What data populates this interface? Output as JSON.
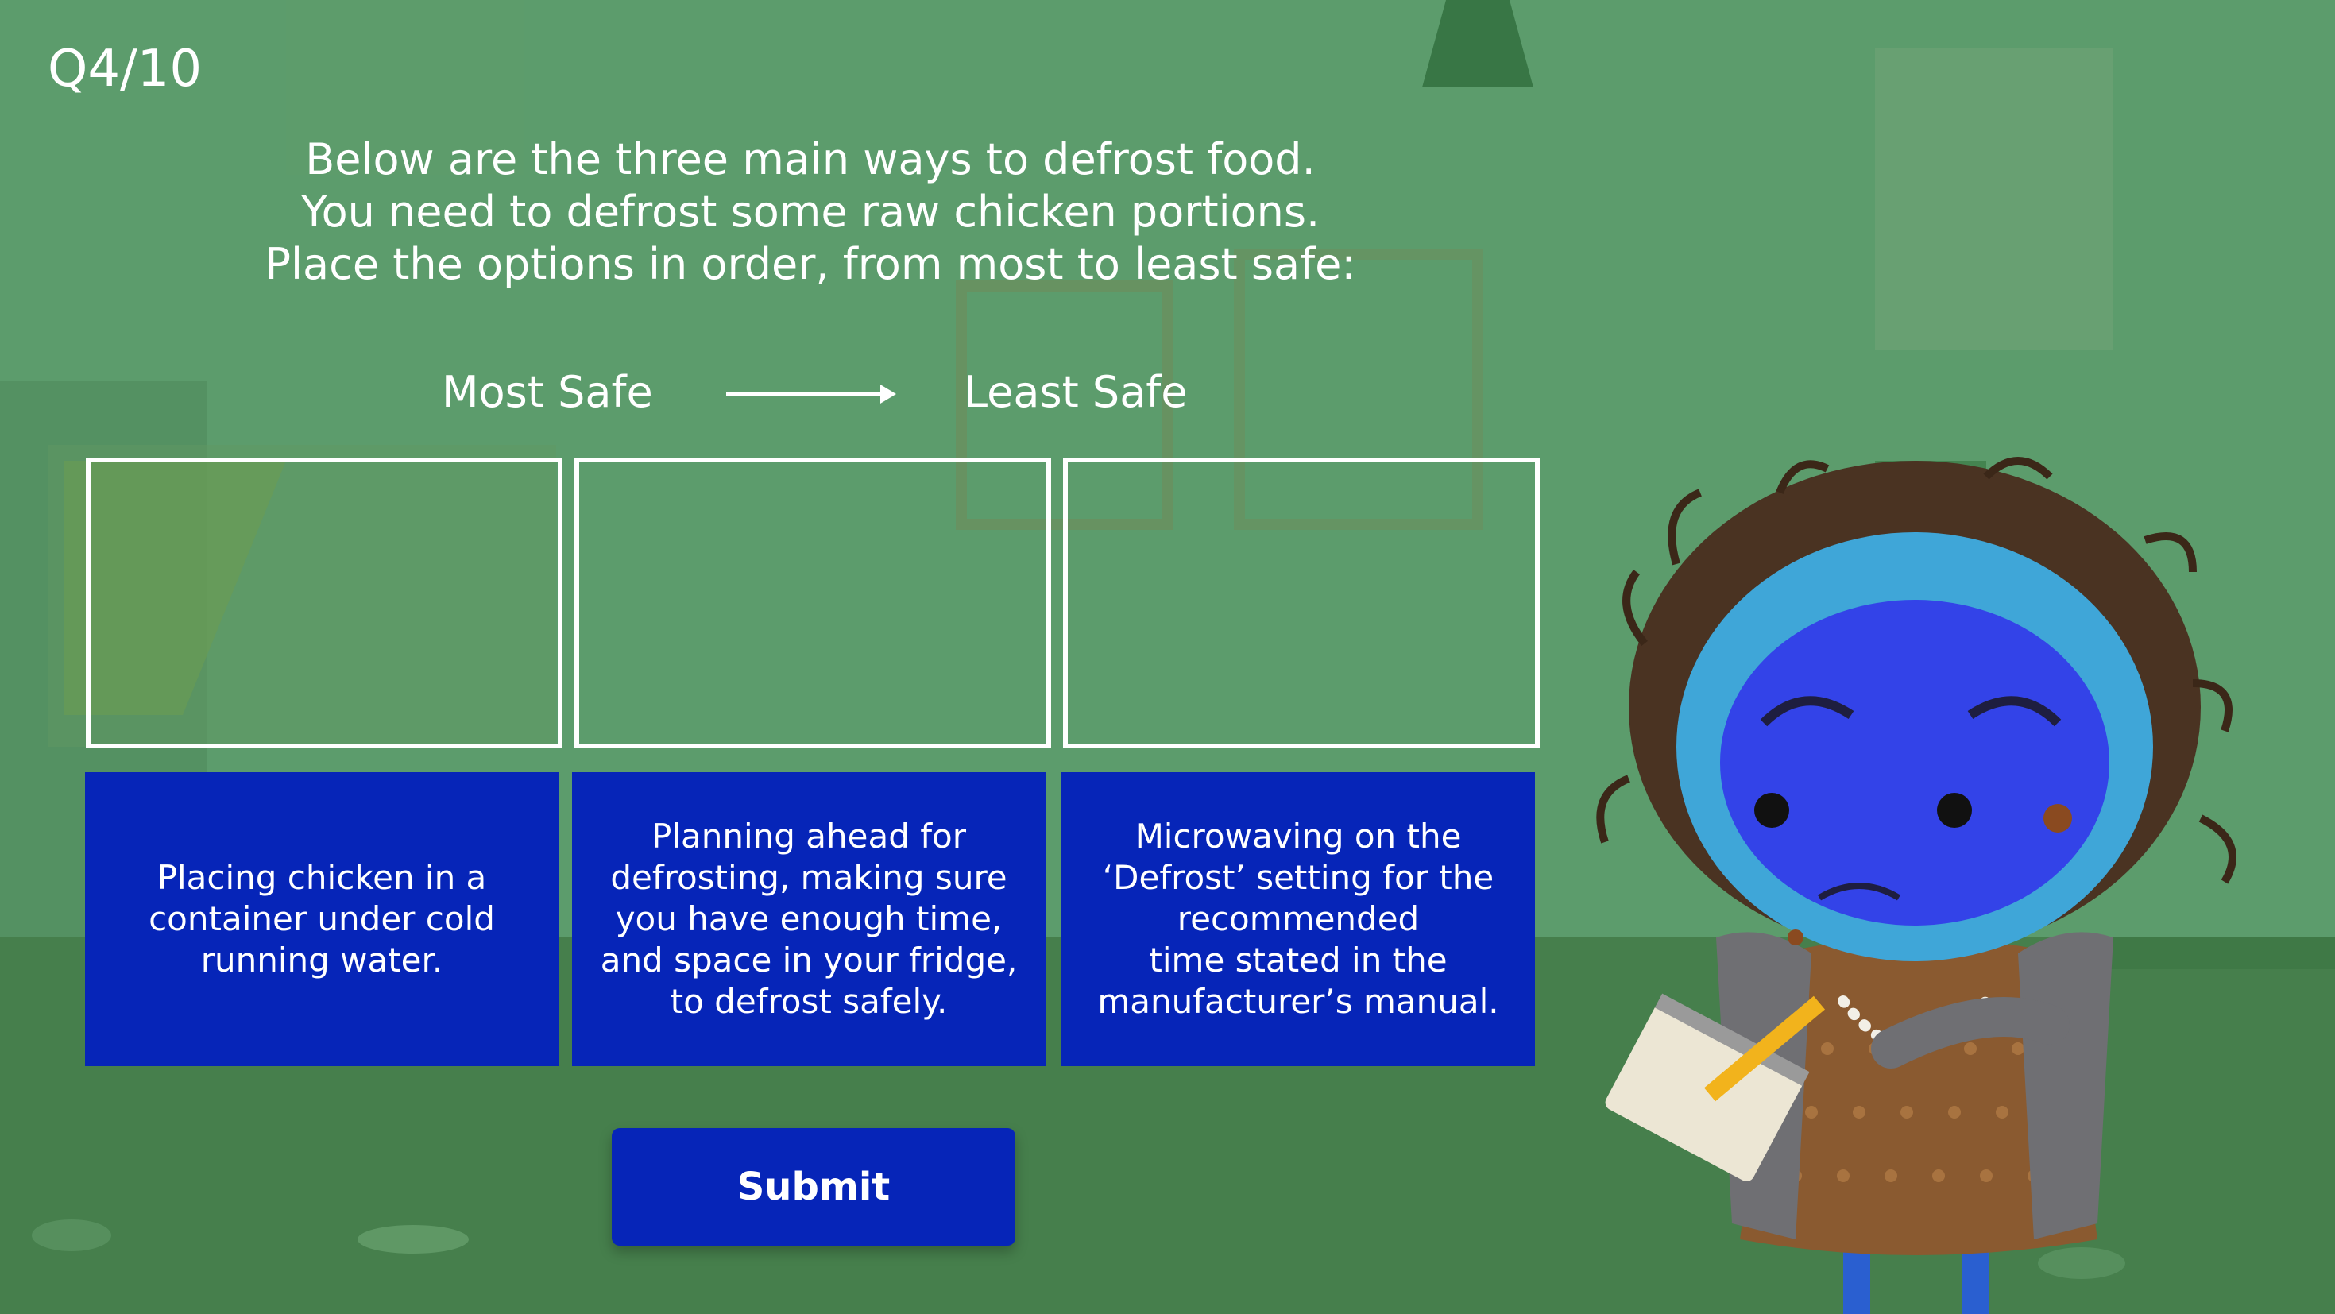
{
  "quiz": {
    "counter": "Q4/10",
    "question_lines": [
      "Below are the three main ways to defrost food.",
      "You need to defrost some raw chicken portions.",
      "Place the options in order, from most to least safe:"
    ]
  },
  "scale": {
    "most_label": "Most Safe",
    "least_label": "Least Safe"
  },
  "options": [
    {
      "lines": [
        "Placing chicken in a",
        "container under cold",
        "running water."
      ]
    },
    {
      "lines": [
        "Planning ahead for",
        "defrosting, making sure",
        "you have enough time,",
        "and space in your fridge,",
        "to defrost safely."
      ]
    },
    {
      "lines": [
        "Microwaving on the",
        "‘Defrost’ setting for the",
        "recommended",
        "time stated in the",
        "manufacturer’s manual."
      ]
    }
  ],
  "actions": {
    "submit_label": "Submit"
  },
  "colors": {
    "card_blue": "#0625b8",
    "background_green": "#4f8f5c"
  },
  "icons": {
    "arrow": "arrow-right-icon",
    "character": "grumpy-blue-character-icon"
  }
}
